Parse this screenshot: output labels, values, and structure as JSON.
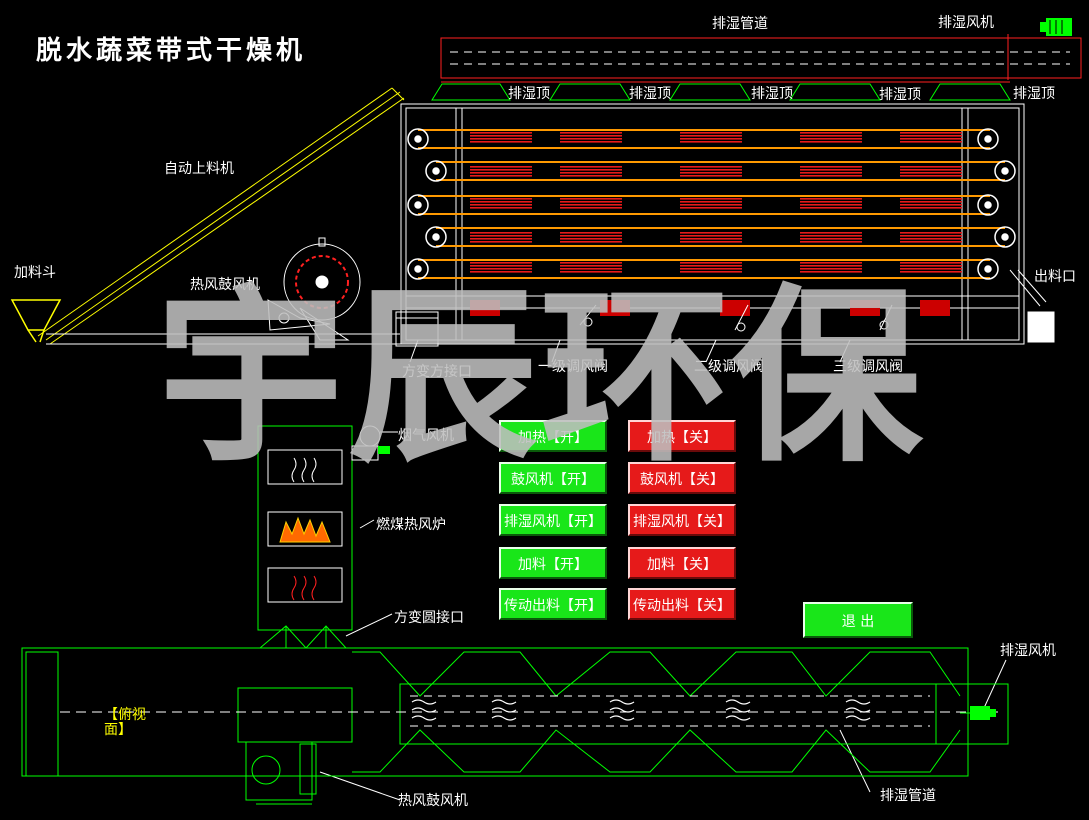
{
  "title": "脱水蔬菜带式干燥机",
  "labels": {
    "exhaust_pipe_top": "排湿管道",
    "exhaust_fan_top": "排湿风机",
    "exhaust_hood": "排湿顶",
    "auto_feeder": "自动上料机",
    "hopper": "加料斗",
    "hot_air_blower_top": "热风鼓风机",
    "discharge": "出料口",
    "square_to_square": "方变方接口",
    "damper_1": "一级调风阀",
    "damper_2": "二级调风阀",
    "damper_3": "三级调风阀",
    "flue_fan": "烟气风机",
    "coal_furnace": "燃煤热风炉",
    "square_to_round": "方变圆接口",
    "exhaust_fan_bottom": "排湿风机",
    "top_view": "【俯视面】",
    "hot_air_blower_bottom": "热风鼓风机",
    "exhaust_pipe_bottom": "排湿管道"
  },
  "buttons": {
    "heat_on": "加热【开】",
    "heat_off": "加热【关】",
    "blower_on": "鼓风机【开】",
    "blower_off": "鼓风机【关】",
    "exhaust_on": "排湿风机【开】",
    "exhaust_off": "排湿风机【关】",
    "feed_on": "加料【开】",
    "feed_off": "加料【关】",
    "discharge_on": "传动出料【开】",
    "discharge_off": "传动出料【关】",
    "exit": "退 出"
  },
  "watermark": "宇辰环保",
  "colors": {
    "line_green": "#00ff00",
    "button_on": "#19e619",
    "button_off": "#e61a1a",
    "heater_red": "#e81a1a",
    "belt_orange": "#ff9900",
    "pipe_red": "#ff2020",
    "feeder_yellow": "#ffff00"
  }
}
